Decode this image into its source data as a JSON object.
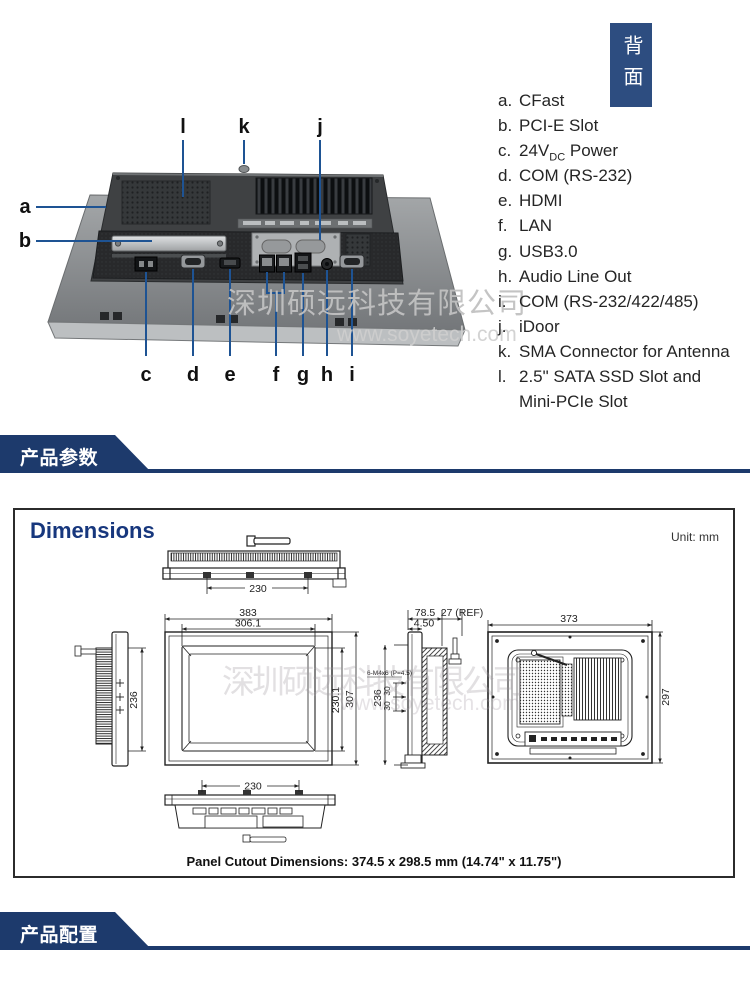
{
  "watermark": {
    "company": "深圳硕远科技有限公司",
    "site": "www.soyetech.com"
  },
  "hero": {
    "tab": "背面",
    "callouts": {
      "top": [
        "l",
        "k",
        "j"
      ],
      "left": [
        "a",
        "b"
      ],
      "bottom": [
        "c",
        "d",
        "e",
        "f",
        "g",
        "h",
        "i"
      ]
    },
    "legend": [
      {
        "key": "a.",
        "pre": "CFast",
        "sub": "",
        "post": "",
        "line2": ""
      },
      {
        "key": "b.",
        "pre": "PCI-E Slot",
        "sub": "",
        "post": "",
        "line2": ""
      },
      {
        "key": "c.",
        "pre": "24V",
        "sub": "DC",
        "post": " Power",
        "line2": ""
      },
      {
        "key": "d.",
        "pre": "COM (RS-232)",
        "sub": "",
        "post": "",
        "line2": ""
      },
      {
        "key": "e.",
        "pre": "HDMI",
        "sub": "",
        "post": "",
        "line2": ""
      },
      {
        "key": "f.",
        "pre": "LAN",
        "sub": "",
        "post": "",
        "line2": ""
      },
      {
        "key": "g.",
        "pre": "USB3.0",
        "sub": "",
        "post": "",
        "line2": ""
      },
      {
        "key": "h.",
        "pre": "Audio Line Out",
        "sub": "",
        "post": "",
        "line2": ""
      },
      {
        "key": "i.",
        "pre": "COM (RS-232/422/485)",
        "sub": "",
        "post": "",
        "line2": ""
      },
      {
        "key": "j.",
        "pre": "iDoor",
        "sub": "",
        "post": "",
        "line2": ""
      },
      {
        "key": "k.",
        "pre": "SMA Connector for Antenna",
        "sub": "",
        "post": "",
        "line2": ""
      },
      {
        "key": "l.",
        "pre": "2.5\" SATA SSD Slot and",
        "sub": "",
        "post": "",
        "line2": "Mini-PCIe Slot"
      }
    ]
  },
  "sections": {
    "parameters": "产品参数",
    "configuration": "产品配置"
  },
  "dimensions": {
    "title": "Dimensions",
    "unit": "Unit: mm",
    "cutout": "Panel Cutout Dimensions: 374.5 x 298.5 mm (14.74\" x 11.75\")",
    "labels": {
      "top_width": "230",
      "front_outer_w": "383",
      "front_inner_w": "306.1",
      "front_inner_h": "230.1",
      "front_outer_h": "307",
      "side_left_h": "236",
      "side_depth": "78.5",
      "side_ref": "27 (REF)",
      "side_panel_t": "4.50",
      "side_right_h": "236",
      "side_hole_note": "6-M4x6 (P=4.5)",
      "side_pitch_a": "30",
      "side_pitch_b": "30",
      "rear_w": "373",
      "rear_h": "297",
      "bottom_width": "230"
    }
  }
}
